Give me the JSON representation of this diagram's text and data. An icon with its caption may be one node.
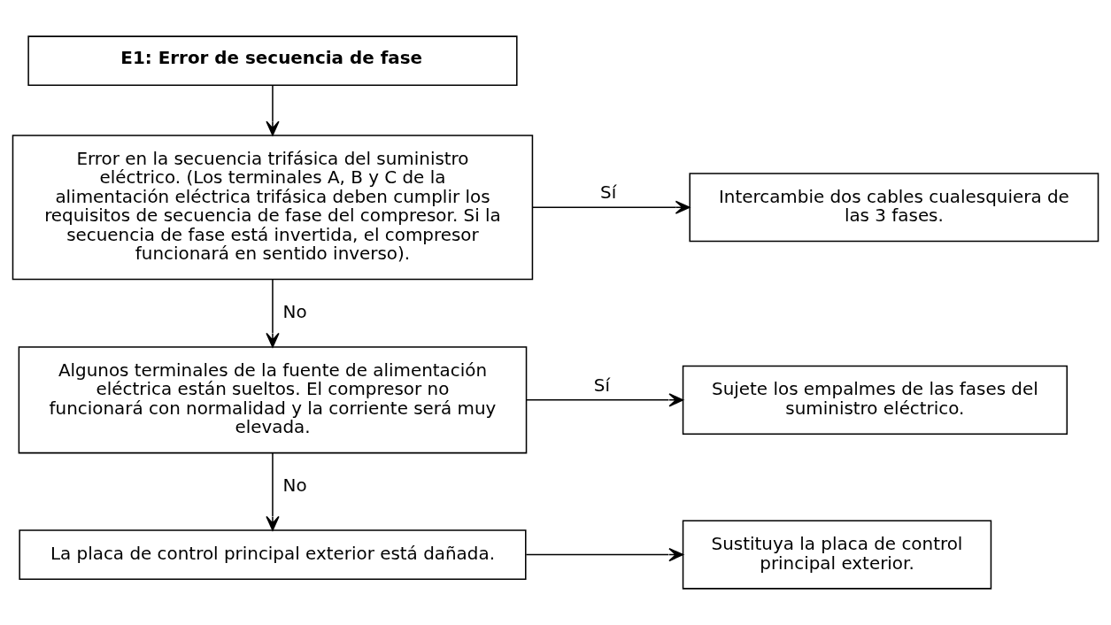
{
  "diagram": {
    "nodes": [
      {
        "text": [
          "E1: Error de secuencia de fase"
        ]
      },
      {
        "text": [
          "Error en la secuencia trifásica del suministro eléctrico. (Los terminales A, B y C de la alimentación eléctrica trifásica deben cumplir los requisitos de secuencia de fase del compresor. Si la secuencia de fase está invertida, el compresor funcionará en sentido inverso)."
        ]
      },
      {
        "text": [
          "Intercambie dos cables cualesquiera de las 3 fases."
        ]
      },
      {
        "text": [
          "Algunos terminales de la fuente de alimentación eléctrica están sueltos. El compresor no funcionará con normalidad y la corriente será muy elevada."
        ]
      },
      {
        "text": [
          "Sujete los empalmes de las fases del suministro eléctrico."
        ]
      },
      {
        "text": [
          "La placa de control principal exterior está dañada."
        ]
      },
      {
        "text": [
          "Sustituya la placa de control principal exterior."
        ]
      }
    ],
    "edges": [
      {
        "from": 0,
        "to": 1,
        "arrow": "to"
      },
      {
        "from": 1,
        "to": 2,
        "arrow": "to",
        "label": "Sí"
      },
      {
        "from": 1,
        "to": 3,
        "arrow": "to",
        "label": "No"
      },
      {
        "from": 3,
        "to": 4,
        "arrow": "to",
        "label": "Sí"
      },
      {
        "from": 3,
        "to": 5,
        "arrow": "to",
        "label": "No"
      },
      {
        "from": 5,
        "to": 6,
        "arrow": "to"
      }
    ]
  }
}
